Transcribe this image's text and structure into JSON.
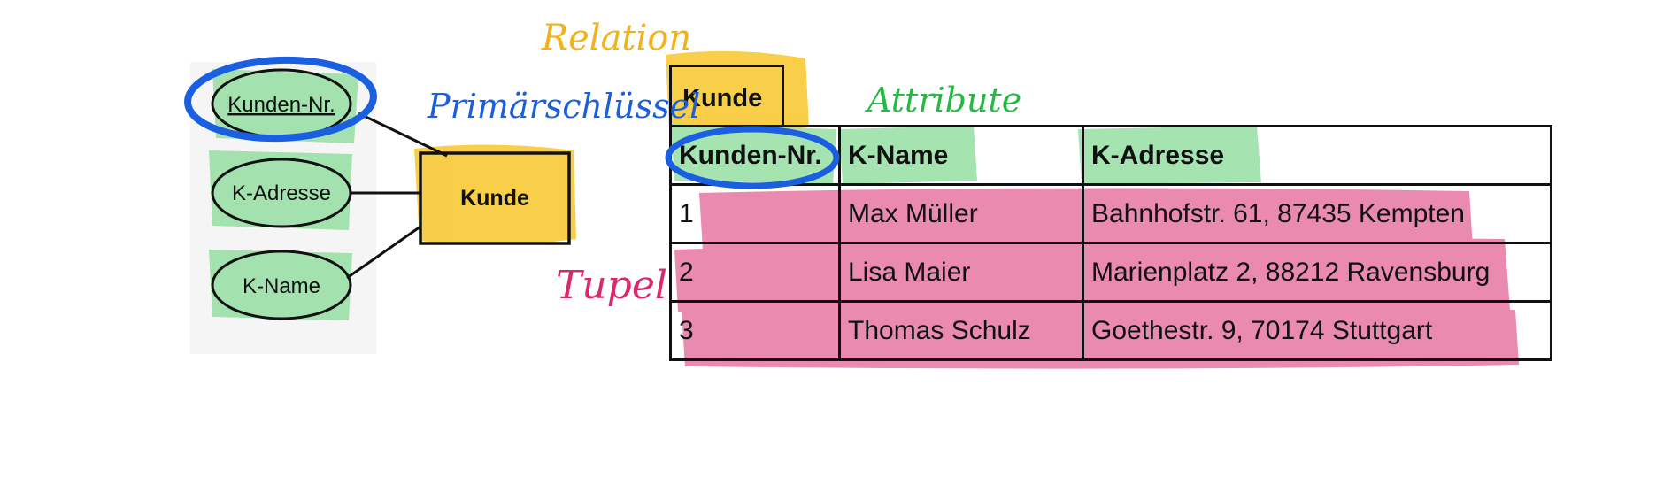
{
  "er_diagram": {
    "entity": "Kunde",
    "attributes": {
      "primary_key": "Kunden-Nr.",
      "address": "K-Adresse",
      "name": "K-Name"
    }
  },
  "annotations": {
    "relation": "Relation",
    "primary_key": "Primärschlüssel",
    "attributes": "Attribute",
    "tuple": "Tupel"
  },
  "relation_table": {
    "name": "Kunde",
    "headers": [
      "Kunden-Nr.",
      "K-Name",
      "K-Adresse"
    ],
    "rows": [
      [
        "1",
        "Max Müller",
        "Bahnhofstr. 61, 87435 Kempten"
      ],
      [
        "2",
        "Lisa Maier",
        "Marienplatz 2, 88212 Ravensburg"
      ],
      [
        "3",
        "Thomas Schulz",
        "Goethestr. 9, 70174 Stuttgart"
      ]
    ]
  },
  "colors": {
    "attribute_green": "#8fdd9e",
    "entity_yellow": "#f7c21b",
    "tuple_pink": "#e56d9c",
    "highlight_blue": "#1a5fe0",
    "relation_label": "#f3b21a",
    "attribute_label": "#27b845",
    "tuple_label": "#d9296d"
  }
}
